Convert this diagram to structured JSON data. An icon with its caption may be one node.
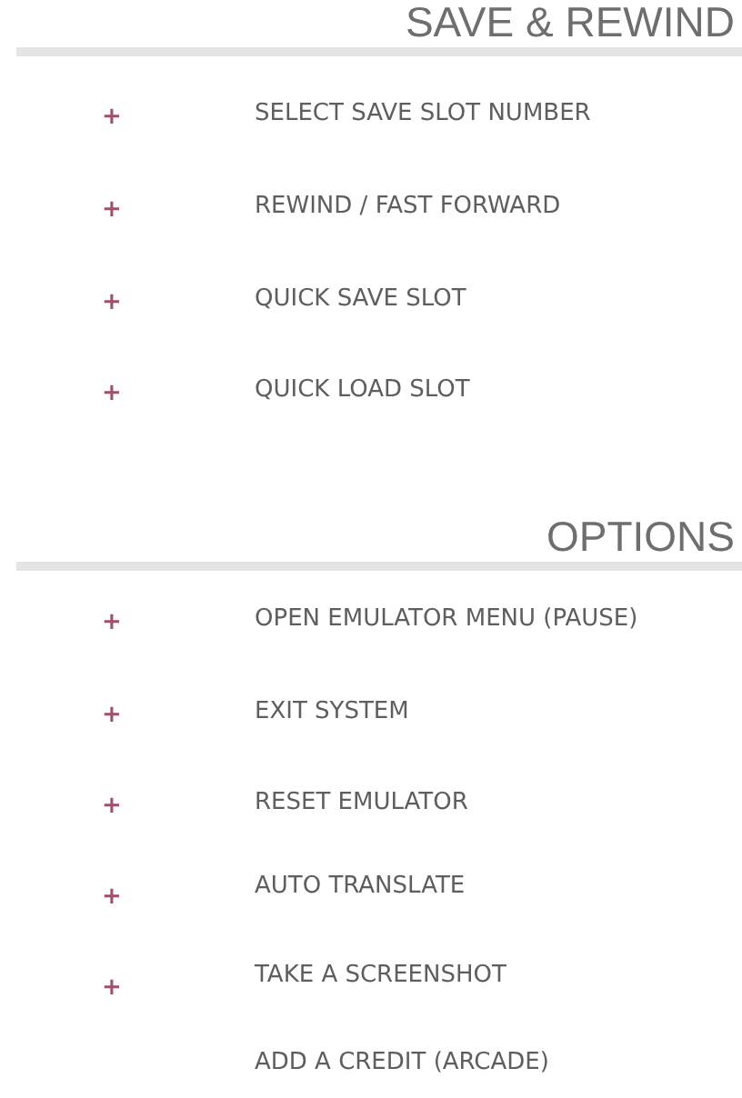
{
  "diagram": {
    "labels": [
      "SAVE & REWIND",
      "+",
      "SELECT SAVE SLOT NUMBER",
      "+",
      "REWIND / FAST FORWARD",
      "+",
      "QUICK SAVE SLOT",
      "+",
      "QUICK LOAD SLOT",
      "OPTIONS",
      "+",
      "OPEN EMULATOR MENU (PAUSE)",
      "+",
      "EXIT SYSTEM",
      "+",
      "RESET EMULATOR",
      "+",
      "AUTO TRANSLATE",
      "+",
      "TAKE A SCREENSHOT",
      "ADD A CREDIT (ARCADE)"
    ]
  }
}
